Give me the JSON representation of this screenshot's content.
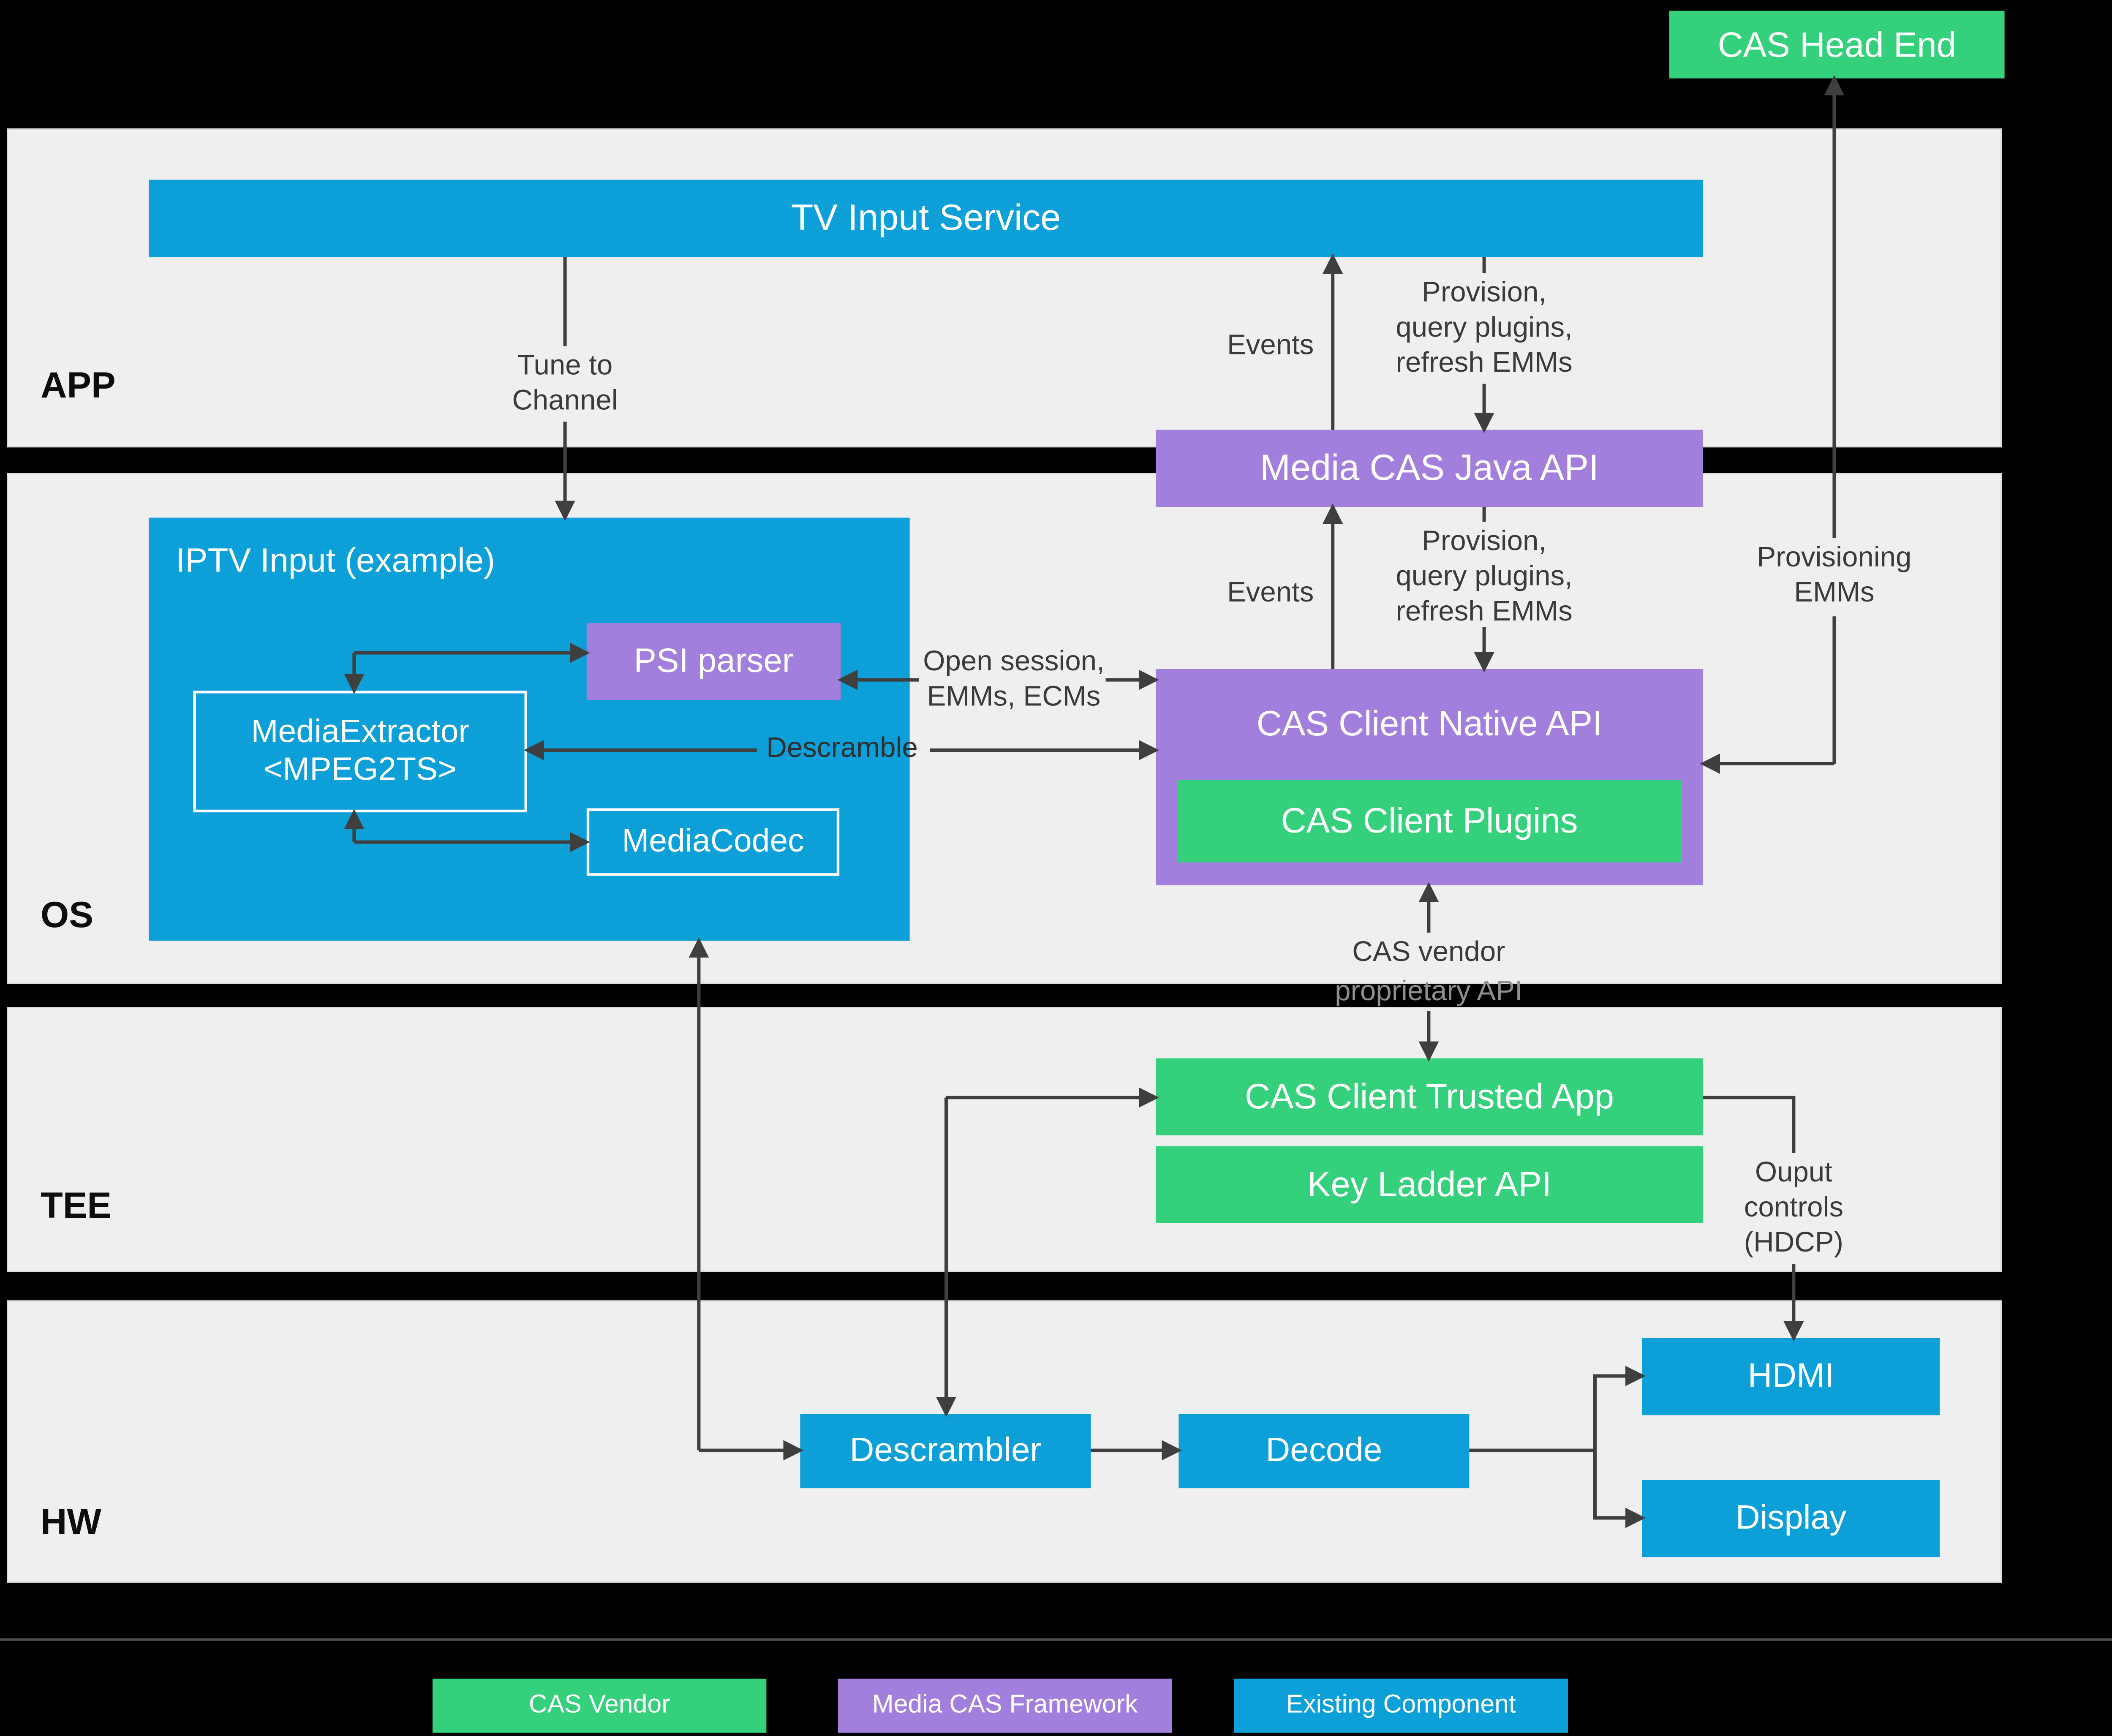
{
  "colors": {
    "cas_vendor_green": "#34d07c",
    "media_cas_framework_purple": "#a37fdd",
    "existing_component_blue": "#0c9fd8",
    "band_background": "#efefef",
    "connector_gray": "#3f3f3f",
    "page_background": "#000000"
  },
  "bands": {
    "app": {
      "label": "APP"
    },
    "os": {
      "label": "OS"
    },
    "tee": {
      "label": "TEE"
    },
    "hw": {
      "label": "HW"
    }
  },
  "nodes": {
    "cas_head_end": {
      "label": "CAS Head End"
    },
    "tv_input_service": {
      "label": "TV Input Service"
    },
    "media_cas_java_api": {
      "label": "Media CAS Java API"
    },
    "iptv_input": {
      "label": "IPTV Input (example)"
    },
    "psi_parser": {
      "label": "PSI parser"
    },
    "media_extractor": {
      "label": "MediaExtractor\n<MPEG2TS>"
    },
    "media_codec": {
      "label": "MediaCodec"
    },
    "cas_client_native_api": {
      "label": "CAS Client Native API"
    },
    "cas_client_plugins": {
      "label": "CAS Client Plugins"
    },
    "cas_client_trusted_app": {
      "label": "CAS Client Trusted App"
    },
    "key_ladder_api": {
      "label": "Key Ladder API"
    },
    "descrambler": {
      "label": "Descrambler"
    },
    "decode": {
      "label": "Decode"
    },
    "hdmi": {
      "label": "HDMI"
    },
    "display": {
      "label": "Display"
    }
  },
  "edge_labels": {
    "tune_to_channel": "Tune to\nChannel",
    "events_app": "Events",
    "provision_app": "Provision,\nquery plugins,\nrefresh EMMs",
    "events_os": "Events",
    "provision_os": "Provision,\nquery plugins,\nrefresh EMMs",
    "provisioning_emms": "Provisioning\nEMMs",
    "open_session": "Open session,\nEMMs, ECMs",
    "descramble": "Descramble",
    "cas_vendor_line1": "CAS vendor",
    "cas_vendor_line2": "proprietary API",
    "output_controls": "Ouput\ncontrols\n(HDCP)"
  },
  "legend": {
    "cas_vendor": "CAS Vendor",
    "media_cas_framework": "Media CAS Framework",
    "existing_component": "Existing Component"
  }
}
